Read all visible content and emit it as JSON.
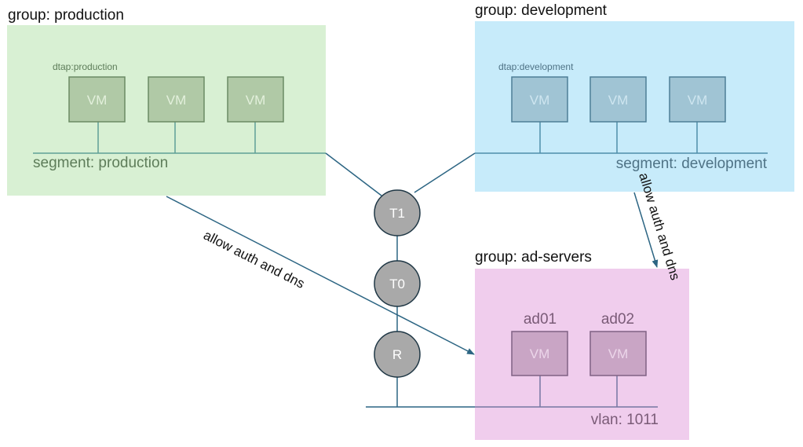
{
  "colors": {
    "production_bg": "#d8f0d3",
    "production_vm_fill": "#b0c9a6",
    "production_vm_stroke": "#6a8a64",
    "production_line": "#5f9f96",
    "production_text": "#5e7d5a",
    "development_bg": "#c7ebfa",
    "development_vm_fill": "#a0c4d4",
    "development_vm_stroke": "#4e7e96",
    "development_line": "#4f8eaa",
    "development_text": "#4f7386",
    "ad_bg": "#f0cded",
    "ad_vm_fill": "#c9a5c5",
    "ad_vm_stroke": "#7f6184",
    "ad_line": "#7677a2",
    "ad_text": "#7a5b77",
    "router_fill": "#a9a9a9",
    "router_stroke": "#1f3745",
    "link": "#2c6583"
  },
  "groups": {
    "production": {
      "title": "group: production",
      "tag": "dtap:production",
      "segment": "segment: production",
      "vms": [
        "VM",
        "VM",
        "VM"
      ]
    },
    "development": {
      "title": "group: development",
      "tag": "dtap:development",
      "segment": "segment: development",
      "vms": [
        "VM",
        "VM",
        "VM"
      ]
    },
    "ad_servers": {
      "title": "group: ad-servers",
      "vlan": "vlan: 1011",
      "servers": [
        {
          "name": "ad01",
          "label": "VM"
        },
        {
          "name": "ad02",
          "label": "VM"
        }
      ]
    }
  },
  "routers": [
    {
      "id": "t1",
      "label": "T1"
    },
    {
      "id": "t0",
      "label": "T0"
    },
    {
      "id": "r",
      "label": "R"
    }
  ],
  "rules": {
    "production_to_ad": "allow auth and dns",
    "development_to_ad": "allow auth and dns"
  }
}
